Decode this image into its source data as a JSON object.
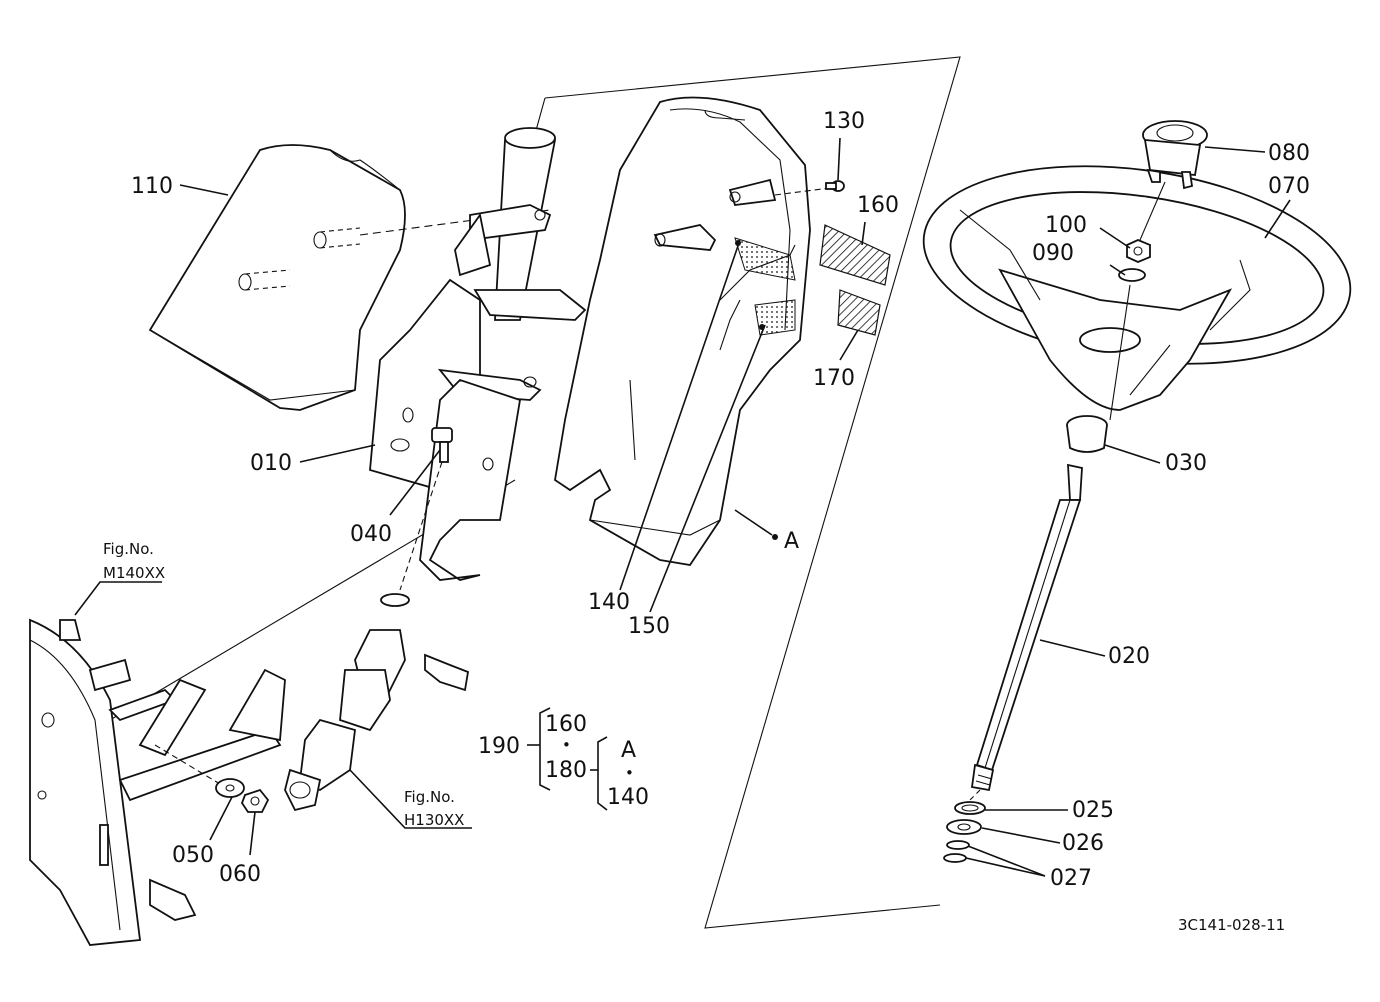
{
  "labels": {
    "p110": "110",
    "p010": "010",
    "p040": "040",
    "p050": "050",
    "p060": "060",
    "p130": "130",
    "p160": "160",
    "p170": "170",
    "p140": "140",
    "p150": "150",
    "pA": "A",
    "p080": "080",
    "p070": "070",
    "p100": "100",
    "p090": "090",
    "p030": "030",
    "p020": "020",
    "p025": "025",
    "p026": "026",
    "p027": "027"
  },
  "figref_top": {
    "line1": "Fig.No.",
    "line2": "M140XX"
  },
  "figref_bottom": {
    "line1": "Fig.No.",
    "line2": "H130XX"
  },
  "kit": {
    "main": "190",
    "a": "160",
    "b": "180",
    "c": "A",
    "d": "140",
    "dot": "•"
  },
  "drawing_code": "3C141-028-11"
}
